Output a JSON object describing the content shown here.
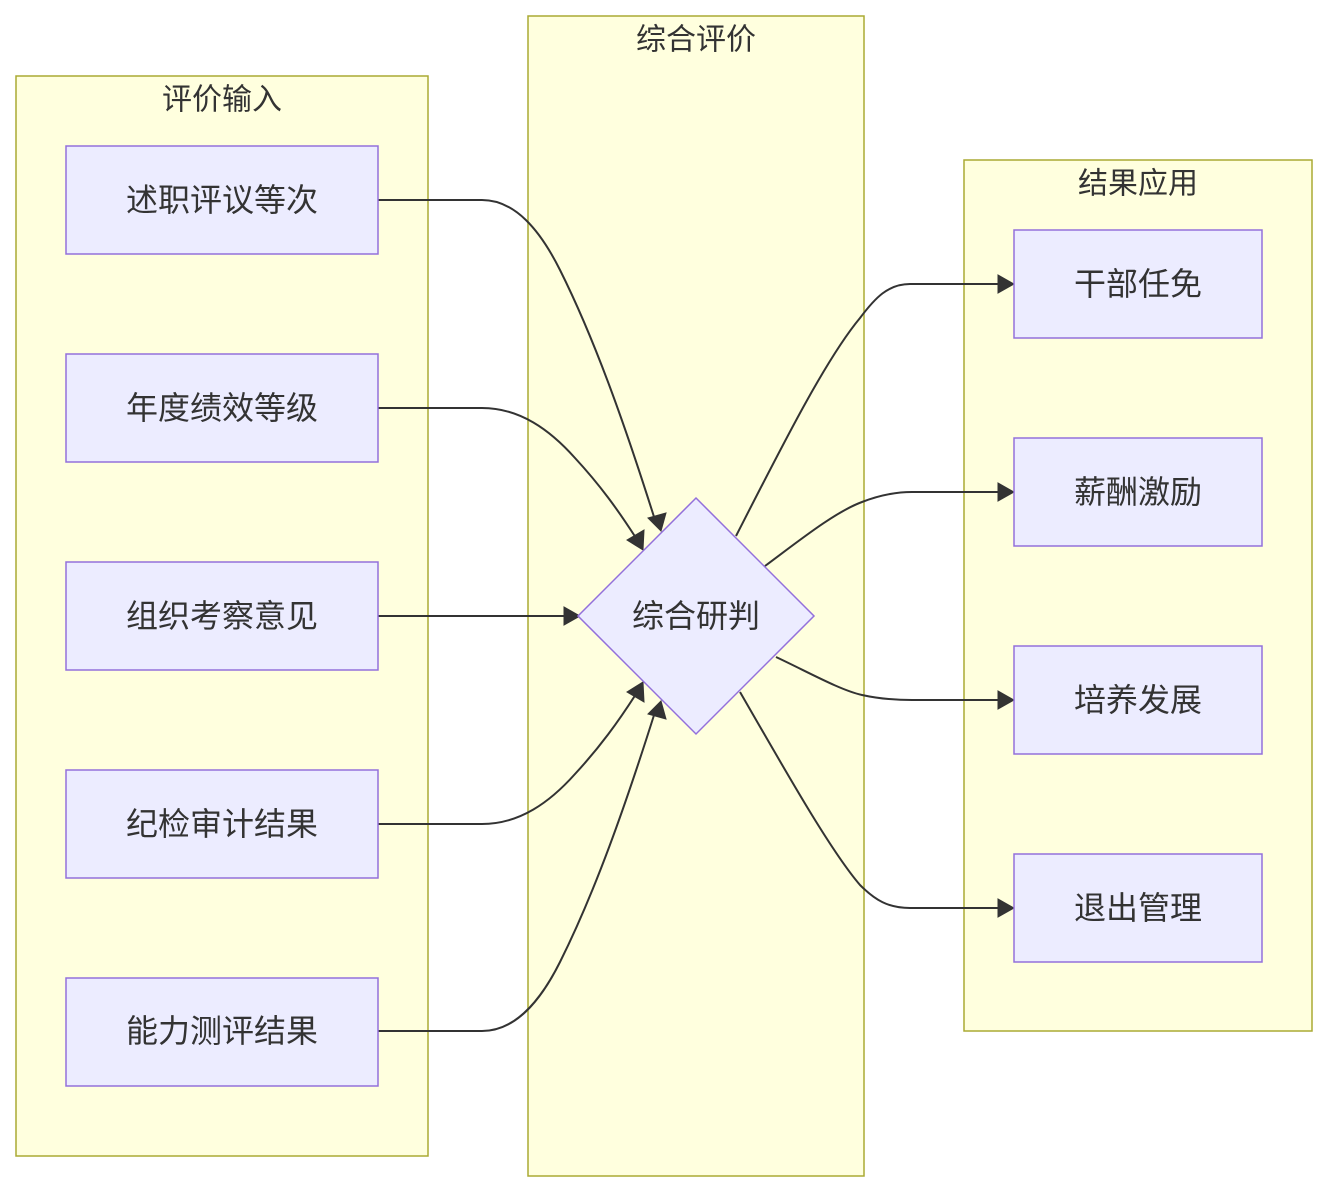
{
  "diagram": {
    "clusters": {
      "input": {
        "title": "评价输入"
      },
      "center": {
        "title": "综合评价"
      },
      "output": {
        "title": "结果应用"
      }
    },
    "inputs": [
      {
        "label": "述职评议等次"
      },
      {
        "label": "年度绩效等级"
      },
      {
        "label": "组织考察意见"
      },
      {
        "label": "纪检审计结果"
      },
      {
        "label": "能力测评结果"
      }
    ],
    "decision": {
      "label": "综合研判"
    },
    "outputs": [
      {
        "label": "干部任免"
      },
      {
        "label": "薪酬激励"
      },
      {
        "label": "培养发展"
      },
      {
        "label": "退出管理"
      }
    ],
    "colors": {
      "cluster_fill": "#ffffde",
      "cluster_stroke": "#aaaa33",
      "node_fill": "#ececff",
      "node_stroke": "#9370db",
      "edge": "#333333",
      "text": "#333333"
    }
  }
}
